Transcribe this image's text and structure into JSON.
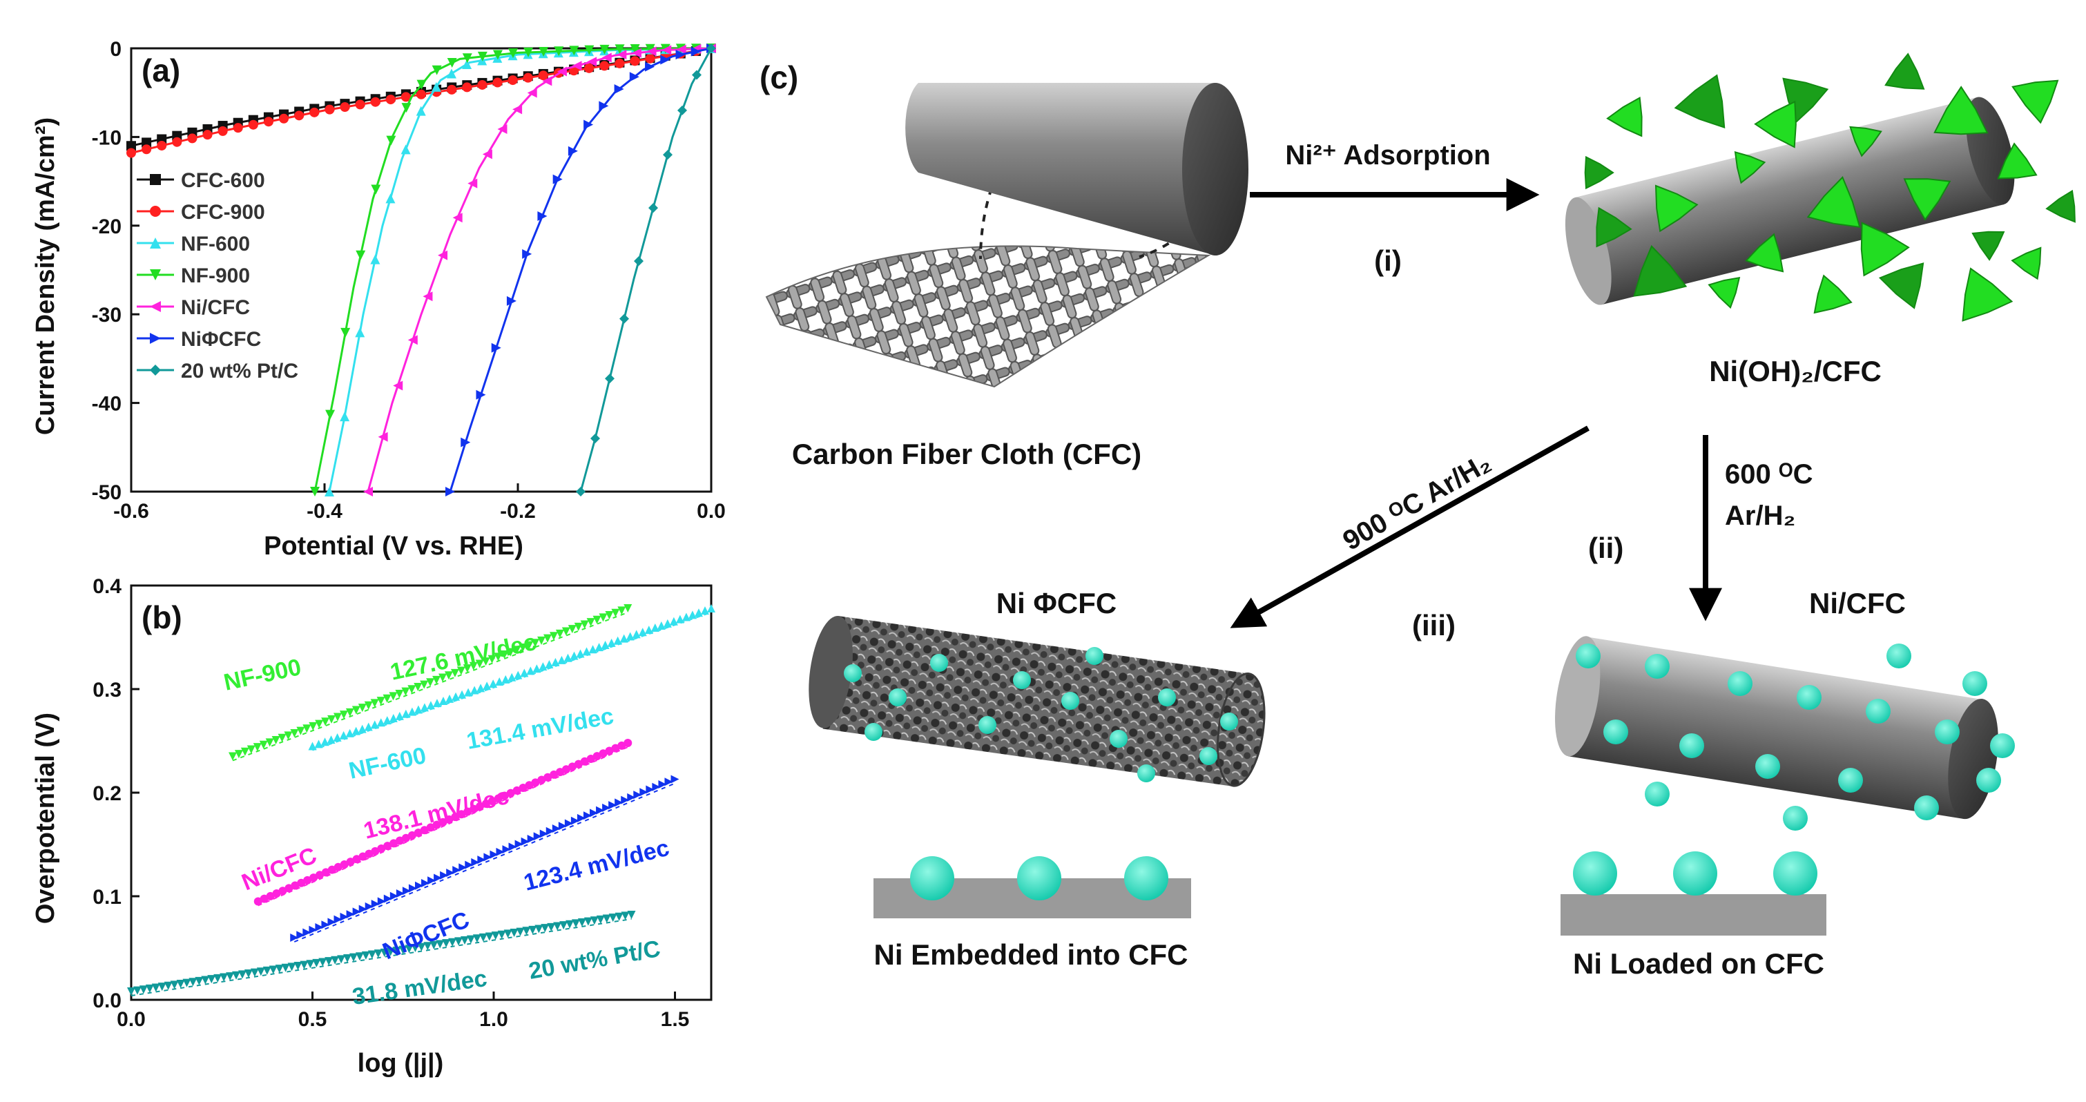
{
  "chart_data": [
    {
      "panel": "(a)",
      "type": "line",
      "xlabel": "Potential (V vs. RHE)",
      "ylabel": "Current Density (mA/cm²)",
      "xlim": [
        -0.6,
        0.0
      ],
      "ylim": [
        -50,
        0
      ],
      "xticks": [
        "-0.6",
        "-0.4",
        "-0.2",
        "0.0"
      ],
      "yticks": [
        "0",
        "-10",
        "-20",
        "-30",
        "-40",
        "-50"
      ],
      "legend_position": "left",
      "series": [
        {
          "name": "CFC-600",
          "color": "#111111",
          "marker": "square",
          "x": [
            -0.6,
            -0.5,
            -0.4,
            -0.3,
            -0.2,
            -0.1,
            -0.02,
            0.0
          ],
          "y": [
            -11,
            -8.6,
            -6.6,
            -4.9,
            -3.3,
            -1.7,
            -0.4,
            0
          ]
        },
        {
          "name": "CFC-900",
          "color": "#ff2020",
          "marker": "circle",
          "x": [
            -0.6,
            -0.5,
            -0.4,
            -0.3,
            -0.2,
            -0.1,
            -0.02,
            0.0
          ],
          "y": [
            -11.8,
            -9.2,
            -7.0,
            -5.2,
            -3.5,
            -1.8,
            -0.4,
            0
          ]
        },
        {
          "name": "NF-600",
          "color": "#33e0ee",
          "marker": "triangle-up",
          "x": [
            -0.395,
            -0.38,
            -0.36,
            -0.34,
            -0.32,
            -0.3,
            -0.28,
            -0.25,
            -0.2,
            -0.1,
            0.0
          ],
          "y": [
            -50,
            -42,
            -30,
            -20,
            -12.5,
            -7.0,
            -3.6,
            -1.6,
            -0.7,
            -0.2,
            0
          ]
        },
        {
          "name": "NF-900",
          "color": "#22dd22",
          "marker": "triangle-down",
          "x": [
            -0.41,
            -0.39,
            -0.37,
            -0.35,
            -0.33,
            -0.31,
            -0.29,
            -0.26,
            -0.2,
            -0.1,
            0.0
          ],
          "y": [
            -50,
            -39,
            -27,
            -17,
            -10,
            -5.5,
            -2.8,
            -1.2,
            -0.5,
            -0.1,
            0
          ]
        },
        {
          "name": "Ni/CFC",
          "color": "#ff22dd",
          "marker": "triangle-left",
          "x": [
            -0.355,
            -0.33,
            -0.3,
            -0.27,
            -0.24,
            -0.21,
            -0.18,
            -0.15,
            -0.1,
            -0.05,
            0.0
          ],
          "y": [
            -50,
            -40,
            -30,
            -21,
            -13.5,
            -8,
            -4.4,
            -2.3,
            -0.8,
            -0.2,
            0
          ]
        },
        {
          "name": "NiΦCFC",
          "color": "#1133ee",
          "marker": "triangle-right",
          "x": [
            -0.27,
            -0.25,
            -0.22,
            -0.19,
            -0.16,
            -0.13,
            -0.1,
            -0.07,
            -0.04,
            0.0
          ],
          "y": [
            -50,
            -43,
            -33,
            -23,
            -15,
            -9,
            -5,
            -2.4,
            -0.9,
            0
          ]
        },
        {
          "name": "20 wt% Pt/C",
          "color": "#119999",
          "marker": "diamond",
          "x": [
            -0.135,
            -0.12,
            -0.1,
            -0.08,
            -0.06,
            -0.04,
            -0.02,
            0.0
          ],
          "y": [
            -50,
            -44,
            -35,
            -26,
            -18,
            -10,
            -4,
            0
          ]
        }
      ]
    },
    {
      "panel": "(b)",
      "type": "scatter",
      "xlabel": "log (|j|)",
      "ylabel": "Overpotential (V)",
      "xlim": [
        0.0,
        1.6
      ],
      "ylim": [
        0.0,
        0.4
      ],
      "xticks": [
        "0.0",
        "0.5",
        "1.0",
        "1.5"
      ],
      "yticks": [
        "0.0",
        "0.1",
        "0.2",
        "0.3",
        "0.4"
      ],
      "series": [
        {
          "name": "NF-900",
          "color": "#33ee33",
          "tafel": "127.6 mV/dec",
          "x": [
            0.28,
            1.37
          ],
          "y": [
            0.235,
            0.378
          ]
        },
        {
          "name": "NF-600",
          "color": "#33e0ee",
          "tafel": "131.4 mV/dec",
          "x": [
            0.5,
            1.6
          ],
          "y": [
            0.245,
            0.378
          ]
        },
        {
          "name": "Ni/CFC",
          "color": "#ff22dd",
          "tafel": "138.1 mV/dec",
          "x": [
            0.35,
            1.37
          ],
          "y": [
            0.095,
            0.248
          ]
        },
        {
          "name": "NiΦCFC",
          "color": "#1133ee",
          "tafel": "123.4 mV/dec",
          "x": [
            0.45,
            1.5
          ],
          "y": [
            0.06,
            0.213
          ]
        },
        {
          "name": "20 wt% Pt/C",
          "color": "#119999",
          "tafel": "31.8 mV/dec",
          "x": [
            0.0,
            1.38
          ],
          "y": [
            0.008,
            0.082
          ]
        }
      ],
      "annotations": [
        {
          "text": "NF-900",
          "color": "#33ee33"
        },
        {
          "text": "127.6 mV/dec",
          "color": "#33ee33"
        },
        {
          "text": "NF-600",
          "color": "#33e0ee"
        },
        {
          "text": "131.4 mV/dec",
          "color": "#33e0ee"
        },
        {
          "text": "Ni/CFC",
          "color": "#ff22dd"
        },
        {
          "text": "138.1 mV/dec",
          "color": "#ff22dd"
        },
        {
          "text": "NiΦCFC",
          "color": "#1133ee"
        },
        {
          "text": "123.4 mV/dec",
          "color": "#1133ee"
        },
        {
          "text": "31.8 mV/dec",
          "color": "#119999"
        },
        {
          "text": "20 wt% Pt/C",
          "color": "#119999"
        }
      ]
    }
  ],
  "panels": {
    "a": "(a)",
    "b": "(b)",
    "c": "(c)"
  },
  "scheme": {
    "cfc_label": "Carbon Fiber Cloth (CFC)",
    "adsorption_label": "Ni²⁺ Adsorption",
    "step_i": "(i)",
    "nioh_label": "Ni(OH)₂/CFC",
    "step_900": "900 ᴼC  Ar/H₂",
    "step_600_temp": "600 ᴼC",
    "step_600_gas": "Ar/H₂",
    "step_ii": "(ii)",
    "step_iii": "(iii)",
    "niphi_title": "Ni ΦCFC",
    "nicfc_title": "Ni/CFC",
    "embedded_label": "Ni Embedded into CFC",
    "loaded_label": "Ni Loaded on CFC",
    "colors": {
      "fiber": "#6e6e6e",
      "nickel": "#22e8c8",
      "hydroxide": "#22dd22",
      "substrate": "#9a9a9a"
    }
  }
}
